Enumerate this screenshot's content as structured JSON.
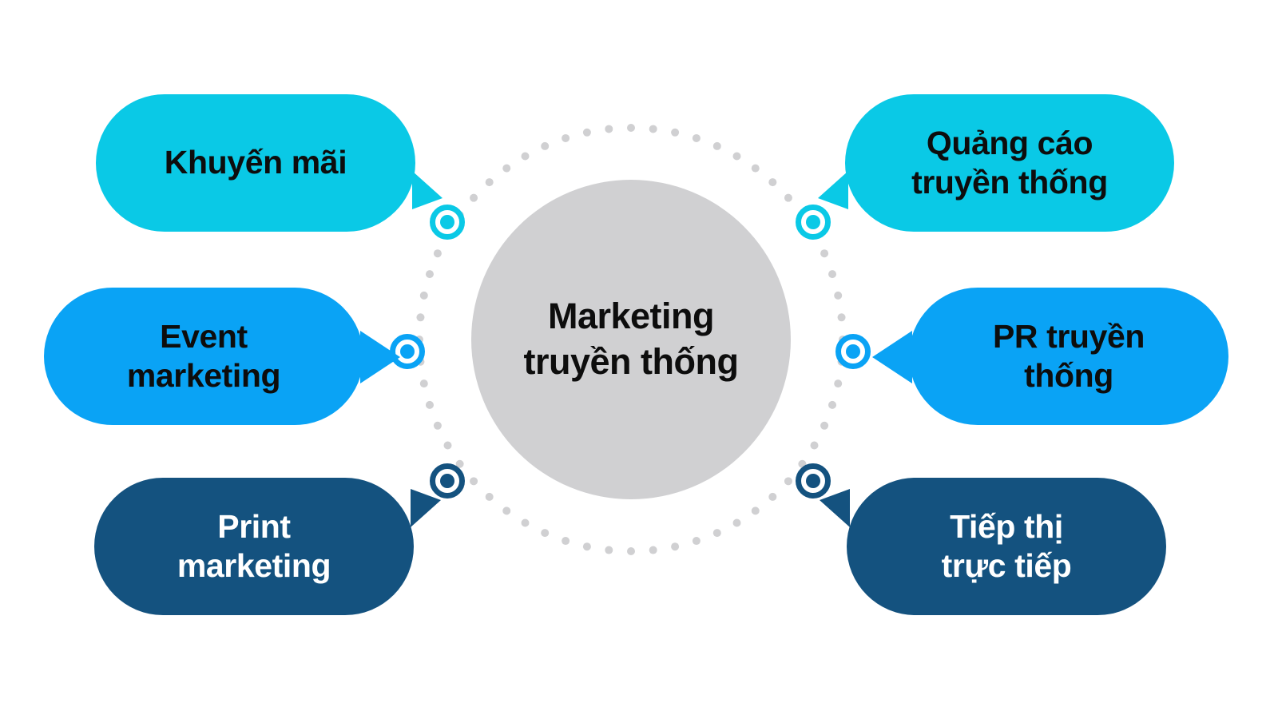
{
  "diagram": {
    "center": {
      "label": "Marketing\ntruyền thống",
      "shape": "circle",
      "fill": "#d0d0d2",
      "text_color": "#0d0d0d"
    },
    "ring": {
      "style": "dotted-circle",
      "dot_color": "#d0d0d2",
      "dot_count": 60
    },
    "branches": [
      {
        "id": "khuyen-mai",
        "label": "Khuyến mãi",
        "position": "top-left",
        "fill": "#0ac9e6",
        "text_color": "#0d0d0d",
        "marker_color": "#0ac9e6"
      },
      {
        "id": "event-marketing",
        "label": "Event\nmarketing",
        "position": "middle-left",
        "fill": "#0aa3f5",
        "text_color": "#0d0d0d",
        "marker_color": "#0aa3f5"
      },
      {
        "id": "print-marketing",
        "label": "Print\nmarketing",
        "position": "bottom-left",
        "fill": "#14527f",
        "text_color": "#ffffff",
        "marker_color": "#14527f"
      },
      {
        "id": "quang-cao-truyen-thong",
        "label": "Quảng cáo\ntruyền thống",
        "position": "top-right",
        "fill": "#0ac9e6",
        "text_color": "#0d0d0d",
        "marker_color": "#0ac9e6"
      },
      {
        "id": "pr-truyen-thong",
        "label": "PR truyền\nthống",
        "position": "middle-right",
        "fill": "#0aa3f5",
        "text_color": "#0d0d0d",
        "marker_color": "#0aa3f5"
      },
      {
        "id": "tiep-thi-truc-tiep",
        "label": "Tiếp thị\ntrực tiếp",
        "position": "bottom-right",
        "fill": "#14527f",
        "text_color": "#ffffff",
        "marker_color": "#14527f"
      }
    ]
  }
}
